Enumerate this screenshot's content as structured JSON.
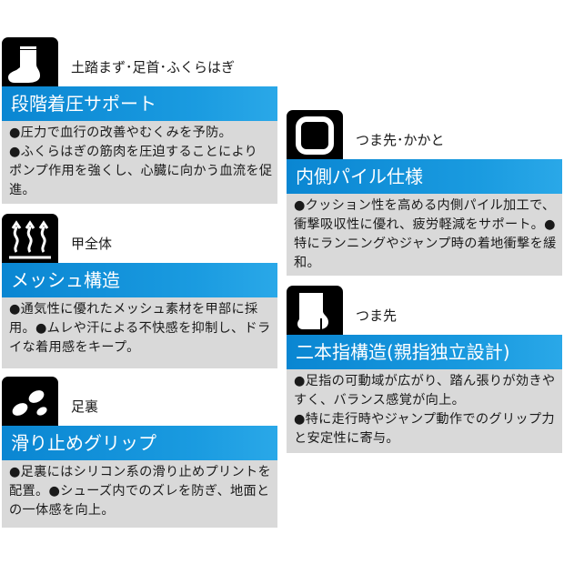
{
  "features": [
    {
      "area": "土踏まず･足首･ふくらはぎ",
      "title": "段階着圧サポート",
      "lines": [
        "●圧力で血行の改善やむくみを予防。",
        "●ふくらはぎの筋肉を圧迫することにより ポンプ作用を強くし、心臓に向かう血流を促進。"
      ],
      "icon": "sock-icon"
    },
    {
      "area": "甲全体",
      "title": "メッシュ構造",
      "lines": [
        "●通気性に優れたメッシュ素材を甲部に採用。●ムレや汗による不快感を抑制し、ドライな着用感をキープ。"
      ],
      "icon": "ventilation-icon"
    },
    {
      "area": "足裏",
      "title": "滑り止めグリップ",
      "lines": [
        "●足裏にはシリコン系の滑り止めプリントを配置。●シューズ内でのズレを防ぎ、地面との一体感を向上。"
      ],
      "icon": "grip-dots-icon"
    },
    {
      "area": "つま先･かかと",
      "title": "内側パイル仕様",
      "lines": [
        "●クッション性を高める内側パイル加工で、衝撃吸収性に優れ、疲労軽減をサポート。●特にランニングやジャンプ時の着地衝撃を緩和。"
      ],
      "icon": "pile-square-icon"
    },
    {
      "area": "つま先",
      "title": "二本指構造(親指独立設計)",
      "lines": [
        "●足指の可動域が広がり、踏ん張りが効きやすく、バランス感覚が向上。",
        "●特に走行時やジャンプ動作でのグリップ力と安定性に寄与。"
      ],
      "icon": "split-toe-icon"
    }
  ]
}
